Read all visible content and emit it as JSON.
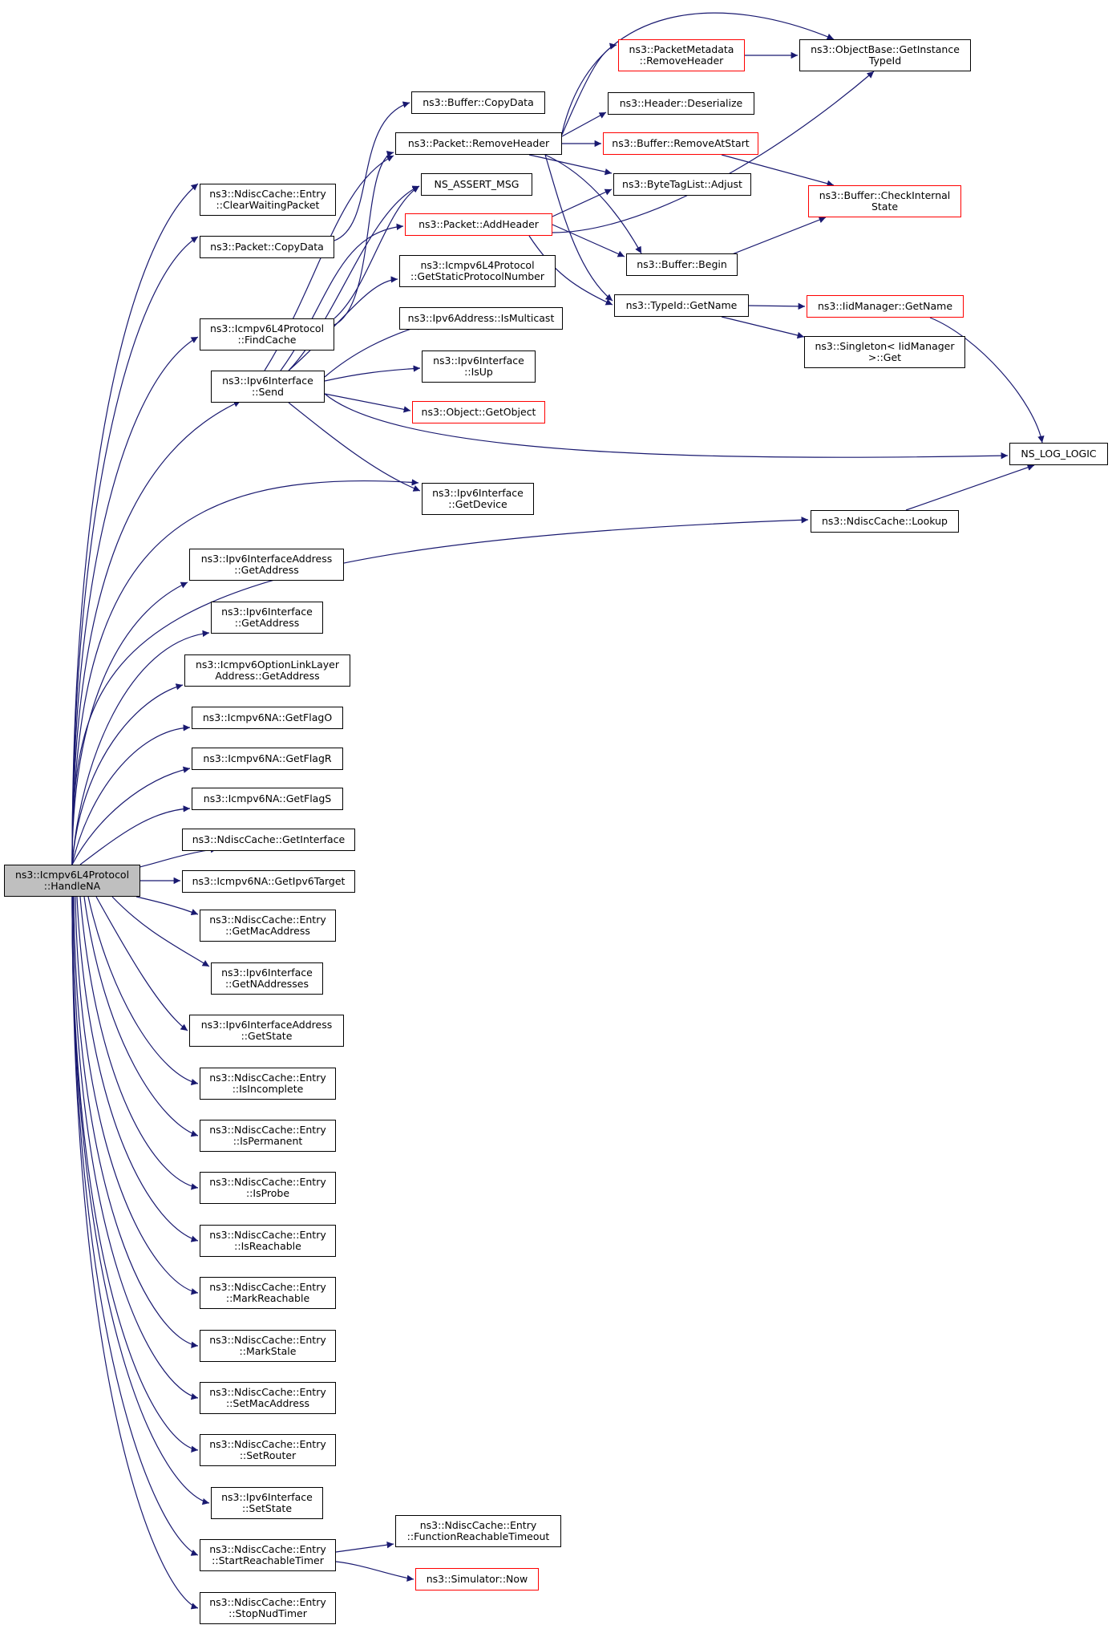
{
  "colors": {
    "edge": "#191970",
    "box_border": "#000000",
    "truncated_border": "#ff0000",
    "focus_fill": "#bfbfbf",
    "background": "#ffffff"
  },
  "nodes": {
    "handle_na": {
      "line1": "ns3::Icmpv6L4Protocol",
      "line2": "::HandleNA"
    },
    "clear_waiting_packet": {
      "line1": "ns3::NdiscCache::Entry",
      "line2": "::ClearWaitingPacket"
    },
    "packet_copydata": {
      "line1": "ns3::Packet::CopyData"
    },
    "find_cache": {
      "line1": "ns3::Icmpv6L4Protocol",
      "line2": "::FindCache"
    },
    "ipv6if_send": {
      "line1": "ns3::Ipv6Interface",
      "line2": "::Send"
    },
    "ipv6ifaddr_getaddress": {
      "line1": "ns3::Ipv6InterfaceAddress",
      "line2": "::GetAddress"
    },
    "ipv6if_getaddress": {
      "line1": "ns3::Ipv6Interface",
      "line2": "::GetAddress"
    },
    "optlinklayer_getaddress": {
      "line1": "ns3::Icmpv6OptionLinkLayer",
      "line2": "Address::GetAddress"
    },
    "getflago": {
      "line1": "ns3::Icmpv6NA::GetFlagO"
    },
    "getflagr": {
      "line1": "ns3::Icmpv6NA::GetFlagR"
    },
    "getflags": {
      "line1": "ns3::Icmpv6NA::GetFlagS"
    },
    "ndisc_getinterface": {
      "line1": "ns3::NdiscCache::GetInterface"
    },
    "getipv6target": {
      "line1": "ns3::Icmpv6NA::GetIpv6Target"
    },
    "getmacaddress": {
      "line1": "ns3::NdiscCache::Entry",
      "line2": "::GetMacAddress"
    },
    "getnaddresses": {
      "line1": "ns3::Ipv6Interface",
      "line2": "::GetNAddresses"
    },
    "ipv6ifaddr_getstate": {
      "line1": "ns3::Ipv6InterfaceAddress",
      "line2": "::GetState"
    },
    "isincomplete": {
      "line1": "ns3::NdiscCache::Entry",
      "line2": "::IsIncomplete"
    },
    "ispermanent": {
      "line1": "ns3::NdiscCache::Entry",
      "line2": "::IsPermanent"
    },
    "isprobe": {
      "line1": "ns3::NdiscCache::Entry",
      "line2": "::IsProbe"
    },
    "isreachable": {
      "line1": "ns3::NdiscCache::Entry",
      "line2": "::IsReachable"
    },
    "markreachable": {
      "line1": "ns3::NdiscCache::Entry",
      "line2": "::MarkReachable"
    },
    "markstale": {
      "line1": "ns3::NdiscCache::Entry",
      "line2": "::MarkStale"
    },
    "setmacaddress": {
      "line1": "ns3::NdiscCache::Entry",
      "line2": "::SetMacAddress"
    },
    "setrouter": {
      "line1": "ns3::NdiscCache::Entry",
      "line2": "::SetRouter"
    },
    "setstate": {
      "line1": "ns3::Ipv6Interface",
      "line2": "::SetState"
    },
    "startreachabletimer": {
      "line1": "ns3::NdiscCache::Entry",
      "line2": "::StartReachableTimer"
    },
    "stopnudtimer": {
      "line1": "ns3::NdiscCache::Entry",
      "line2": "::StopNudTimer"
    },
    "buffer_copydata": {
      "line1": "ns3::Buffer::CopyData"
    },
    "packet_removeheader": {
      "line1": "ns3::Packet::RemoveHeader"
    },
    "ns_assert_msg": {
      "line1": "NS_ASSERT_MSG"
    },
    "packet_addheader": {
      "line1": "ns3::Packet::AddHeader"
    },
    "getstaticprotocolnumber": {
      "line1": "ns3::Icmpv6L4Protocol",
      "line2": "::GetStaticProtocolNumber"
    },
    "ismulticast": {
      "line1": "ns3::Ipv6Address::IsMulticast"
    },
    "ipv6if_isup": {
      "line1": "ns3::Ipv6Interface",
      "line2": "::IsUp"
    },
    "getobject": {
      "line1": "ns3::Object::GetObject"
    },
    "ipv6if_getdevice": {
      "line1": "ns3::Ipv6Interface",
      "line2": "::GetDevice"
    },
    "ndisc_lookup": {
      "line1": "ns3::NdiscCache::Lookup"
    },
    "functionreachabletimeout": {
      "line1": "ns3::NdiscCache::Entry",
      "line2": "::FunctionReachableTimeout"
    },
    "simulator_now": {
      "line1": "ns3::Simulator::Now"
    },
    "pktmeta_removeheader": {
      "line1": "ns3::PacketMetadata",
      "line2": "::RemoveHeader"
    },
    "header_deserialize": {
      "line1": "ns3::Header::Deserialize"
    },
    "buffer_removeatstart": {
      "line1": "ns3::Buffer::RemoveAtStart"
    },
    "bytetaglist_adjust": {
      "line1": "ns3::ByteTagList::Adjust"
    },
    "buffer_begin": {
      "line1": "ns3::Buffer::Begin"
    },
    "typeid_getname": {
      "line1": "ns3::TypeId::GetName"
    },
    "objectbase_getinstancetypeid": {
      "line1": "ns3::ObjectBase::GetInstance",
      "line2": "TypeId"
    },
    "buffer_checkinternalstate": {
      "line1": "ns3::Buffer::CheckInternal",
      "line2": "State"
    },
    "iidmanager_getname": {
      "line1": "ns3::IidManager::GetName"
    },
    "singleton_get": {
      "line1": "ns3::Singleton< IidManager",
      "line2": " >::Get"
    },
    "ns_log_logic": {
      "line1": "NS_LOG_LOGIC"
    }
  }
}
